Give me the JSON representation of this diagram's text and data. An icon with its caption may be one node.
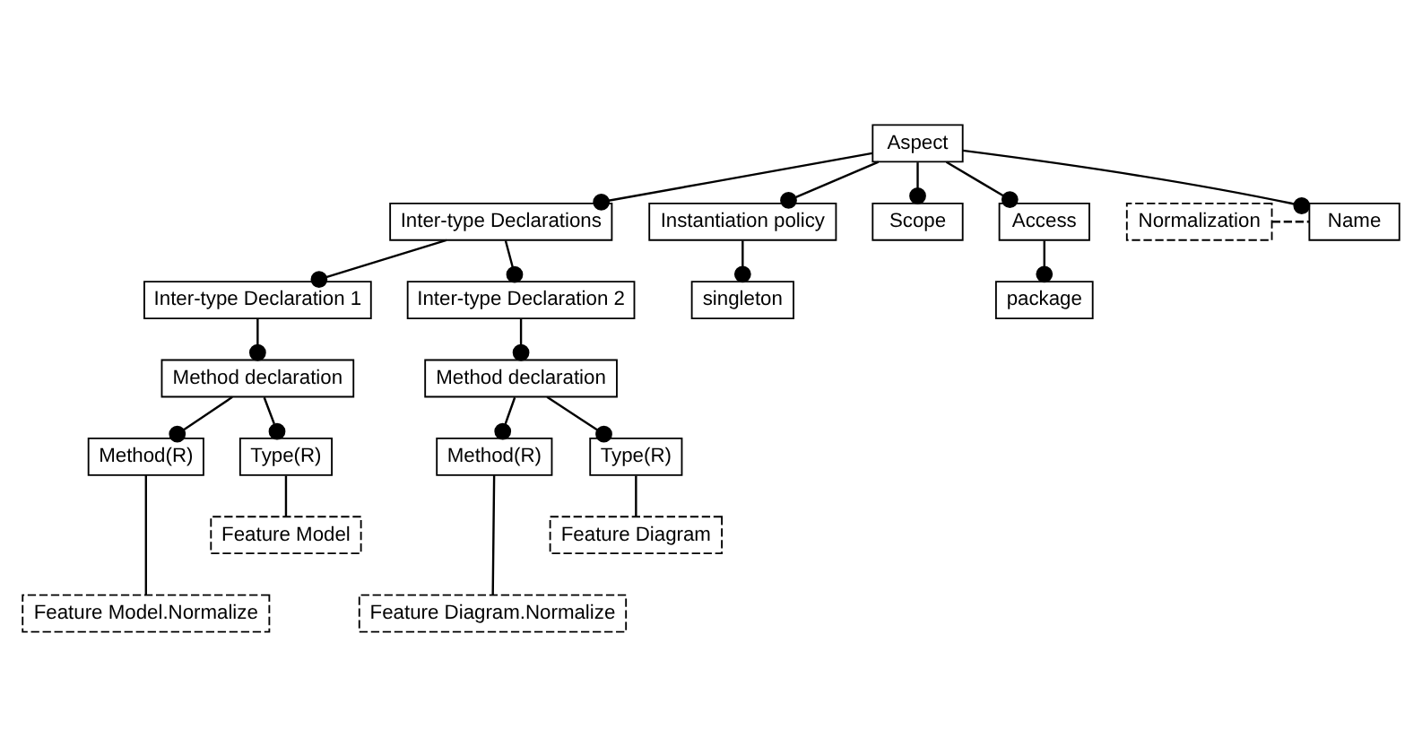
{
  "diagram": {
    "nodes": [
      {
        "text": [
          "Aspect"
        ]
      },
      {
        "text": [
          "Name"
        ]
      },
      {
        "text": [
          "Normalization"
        ]
      },
      {
        "text": [
          "Inter-type Declarations"
        ]
      },
      {
        "text": [
          "Instantiation policy"
        ]
      },
      {
        "text": [
          "Scope"
        ]
      },
      {
        "text": [
          "Access"
        ]
      },
      {
        "text": [
          "singleton"
        ]
      },
      {
        "text": [
          "package"
        ]
      },
      {
        "text": [
          "Inter-type Declaration 1"
        ]
      },
      {
        "text": [
          "Inter-type Declaration 2"
        ]
      },
      {
        "text": [
          "Method declaration"
        ]
      },
      {
        "text": [
          "Method declaration"
        ]
      },
      {
        "text": [
          "Method(R)"
        ]
      },
      {
        "text": [
          "Type(R)"
        ]
      },
      {
        "text": [
          "Method(R)"
        ]
      },
      {
        "text": [
          "Type(R)"
        ]
      },
      {
        "text": [
          "Feature Model"
        ]
      },
      {
        "text": [
          "Feature Model.Normalize"
        ]
      },
      {
        "text": [
          "Feature Diagram"
        ]
      },
      {
        "text": [
          "Feature Diagram.Normalize"
        ]
      }
    ],
    "edges": [
      {
        "from": 0,
        "to": 1,
        "arrow": "other"
      },
      {
        "from": 1,
        "to": 2,
        "arrow": "none",
        "style": "dashed"
      },
      {
        "from": 0,
        "to": 3,
        "arrow": "other"
      },
      {
        "from": 0,
        "to": 4,
        "arrow": "other"
      },
      {
        "from": 0,
        "to": 5,
        "arrow": "other"
      },
      {
        "from": 0,
        "to": 6,
        "arrow": "other"
      },
      {
        "from": 4,
        "to": 7,
        "arrow": "other"
      },
      {
        "from": 6,
        "to": 8,
        "arrow": "other"
      },
      {
        "from": 3,
        "to": 9,
        "arrow": "other"
      },
      {
        "from": 3,
        "to": 10,
        "arrow": "other"
      },
      {
        "from": 9,
        "to": 11,
        "arrow": "other"
      },
      {
        "from": 10,
        "to": 12,
        "arrow": "other"
      },
      {
        "from": 11,
        "to": 13,
        "arrow": "other"
      },
      {
        "from": 11,
        "to": 14,
        "arrow": "other"
      },
      {
        "from": 12,
        "to": 15,
        "arrow": "other"
      },
      {
        "from": 12,
        "to": 16,
        "arrow": "other"
      },
      {
        "from": 14,
        "to": 17,
        "arrow": "none"
      },
      {
        "from": 13,
        "to": 18,
        "arrow": "none"
      },
      {
        "from": 16,
        "to": 19,
        "arrow": "none"
      },
      {
        "from": 15,
        "to": 20,
        "arrow": "none"
      }
    ]
  }
}
